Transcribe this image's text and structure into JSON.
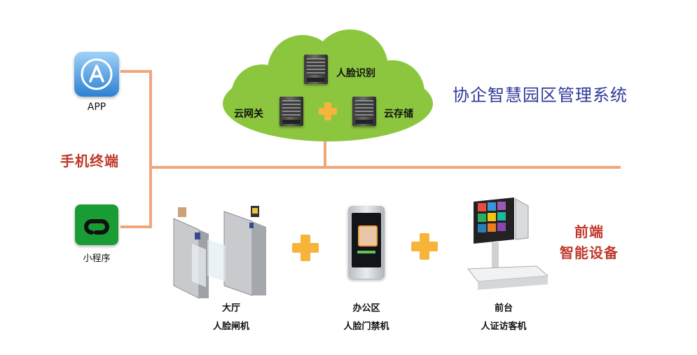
{
  "system_title": "协企智慧园区管理系统",
  "cloud": {
    "face_recognition": "人脸识别",
    "cloud_gateway": "云网关",
    "cloud_storage": "云存储"
  },
  "mobile": {
    "group_label": "手机终端",
    "app_label": "APP",
    "miniprogram_label": "小程序"
  },
  "frontend": {
    "title_line1": "前端",
    "title_line2": "智能设备"
  },
  "devices": [
    {
      "line1": "大厅",
      "line2": "人脸闸机"
    },
    {
      "line1": "办公区",
      "line2": "人脸门禁机"
    },
    {
      "line1": "前台",
      "line2": "人证访客机"
    }
  ],
  "colors": {
    "cloud": "#8cc63f",
    "connector": "#f2a47a",
    "plus": "#f7b43a",
    "title_blue": "#2e3a9a",
    "title_red": "#c0392b"
  }
}
